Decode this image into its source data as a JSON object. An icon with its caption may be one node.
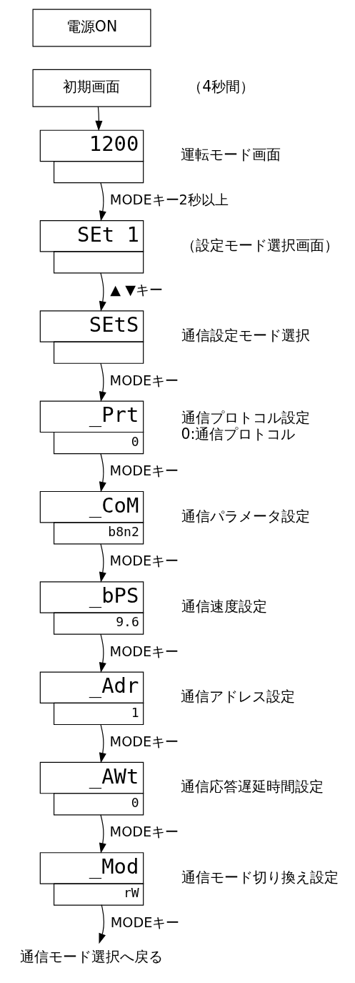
{
  "diagram": {
    "nodes": [
      {
        "text": [
          "電源ON"
        ]
      },
      {
        "text": [
          "初期画面"
        ],
        "beside": [
          "（4秒間）"
        ]
      },
      {
        "text": [
          "1200"
        ],
        "beside": [
          "運転モード画面"
        ]
      },
      {
        "text": [
          "SEt 1"
        ],
        "beside": [
          "（設定モード選択画面）"
        ]
      },
      {
        "text": [
          "SEtS"
        ],
        "beside": [
          "通信設定モード選択"
        ]
      },
      {
        "text": [
          "_Prt",
          "0"
        ],
        "beside": [
          "通信プロトコル設定",
          "0:通信プロトコル"
        ]
      },
      {
        "text": [
          "_CoM",
          "b8n2"
        ],
        "beside": [
          "通信パラメータ設定"
        ]
      },
      {
        "text": [
          "_bPS",
          "9.6"
        ],
        "beside": [
          "通信速度設定"
        ]
      },
      {
        "text": [
          "_Adr",
          "1"
        ],
        "beside": [
          "通信アドレス設定"
        ]
      },
      {
        "text": [
          "_AWt",
          "0"
        ],
        "beside": [
          "通信応答遅延時間設定"
        ]
      },
      {
        "text": [
          "_Mod",
          "rW"
        ],
        "beside": [
          "通信モード切り換え設定"
        ]
      },
      {
        "text": [
          "通信モード選択へ戻る"
        ]
      }
    ],
    "edges": [
      {
        "from": 1,
        "to": 2,
        "arrow": "to"
      },
      {
        "from": 2,
        "to": 3,
        "arrow": "to",
        "label": "MODEキー2秒以上"
      },
      {
        "from": 3,
        "to": 4,
        "arrow": "to",
        "label": "▲ ▼キー"
      },
      {
        "from": 4,
        "to": 5,
        "arrow": "to",
        "label": "MODEキー"
      },
      {
        "from": 5,
        "to": 6,
        "arrow": "to",
        "label": "MODEキー"
      },
      {
        "from": 6,
        "to": 7,
        "arrow": "to",
        "label": "MODEキー"
      },
      {
        "from": 7,
        "to": 8,
        "arrow": "to",
        "label": "MODEキー"
      },
      {
        "from": 8,
        "to": 9,
        "arrow": "to",
        "label": "MODEキー"
      },
      {
        "from": 9,
        "to": 10,
        "arrow": "to",
        "label": "MODEキー"
      },
      {
        "from": 10,
        "to": 11,
        "arrow": "to",
        "label": "MODEキー"
      }
    ]
  }
}
